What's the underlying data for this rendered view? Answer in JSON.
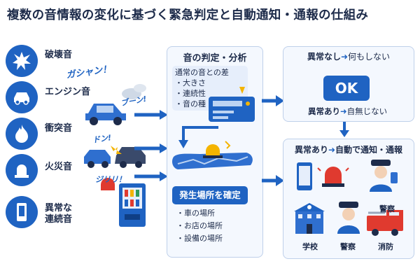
{
  "title": "複数の音情報の変化に基づく緊急判定と自動通知・通報の仕組み",
  "sources": [
    {
      "label": "破壊音",
      "sfx": "ガシャン！",
      "icon": "explosion-icon"
    },
    {
      "label": "エンジン音",
      "sfx": "ブーン!",
      "icon": "car-icon"
    },
    {
      "label": "衝突音",
      "sfx": "ドン!",
      "icon": "fire-icon"
    },
    {
      "label": "火災音",
      "sfx": "ジリリ！",
      "icon": "alarm-light-icon"
    },
    {
      "label_line1": "異常な",
      "label_line2": "連続音",
      "icon": "phone-icon"
    }
  ],
  "analysis": {
    "title": "音の判定・分析",
    "diff_title": "通常の音との差",
    "diff_items": [
      "大きさ",
      "連続性",
      "音の種"
    ],
    "location_title": "発生場所を確定",
    "location_items": [
      "車の場所",
      "お店の場所",
      "設備の場所"
    ]
  },
  "no_anomaly": {
    "title": "異常なし",
    "title_suffix": "何もしない",
    "ok_label": "OK",
    "anomaly_prefix": "異常あり",
    "anomaly_suffix": "自無じない"
  },
  "anomaly": {
    "title": "異常あり",
    "title_suffix": "自動で通知・通報",
    "responders": [
      {
        "label": "警察",
        "icon": "police-icon"
      },
      {
        "label": "学校",
        "icon": "school-icon"
      },
      {
        "label": "警察",
        "icon": "police-officer-icon"
      },
      {
        "label": "消防",
        "icon": "fire-truck-icon"
      }
    ]
  },
  "colors": {
    "primary": "#1f63c2",
    "dark": "#1d2b4a",
    "alert": "#e03a2f",
    "accent": "#f4b400"
  }
}
